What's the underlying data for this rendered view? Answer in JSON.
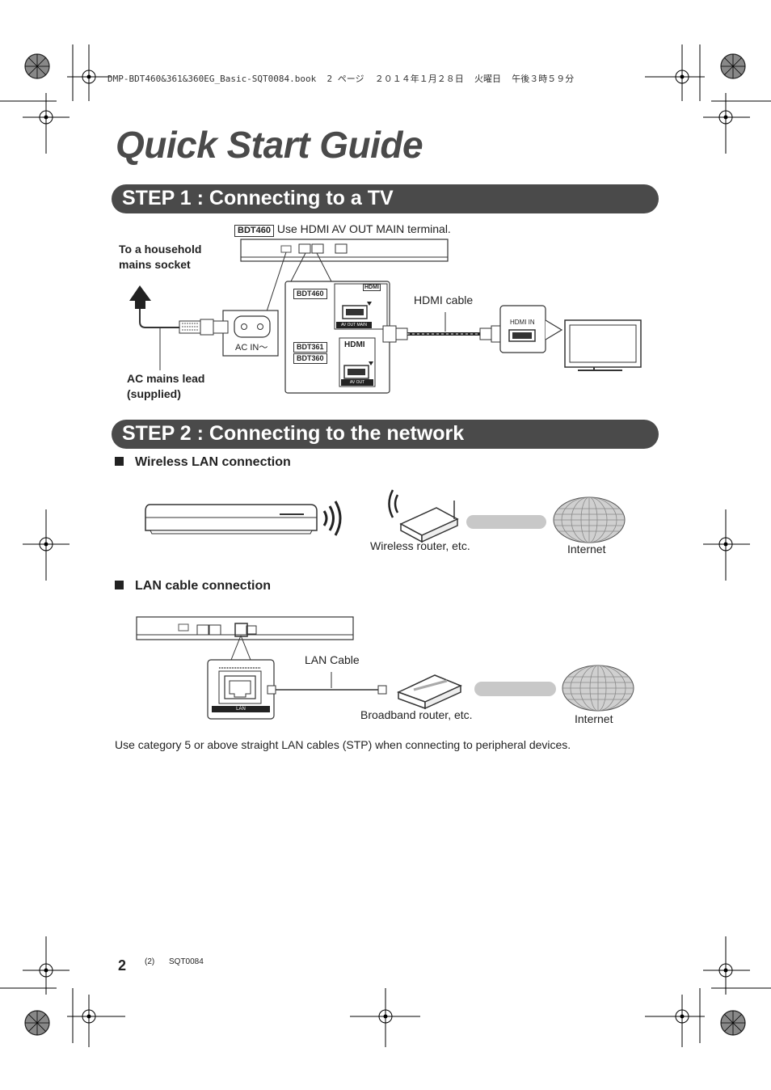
{
  "print_header": "DMP-BDT460&361&360EG_Basic-SQT0084.book  2 ページ  ２０１４年１月２８日  火曜日  午後３時５９分",
  "title": "Quick Start Guide",
  "step1": {
    "heading": "STEP 1 :  Connecting to a TV",
    "model_tag": "BDT460",
    "note": "Use HDMI AV OUT MAIN terminal.",
    "household_line1": "To a household",
    "household_line2": "mains socket",
    "ac_in": "AC IN～",
    "hdmi_cable": "HDMI cable",
    "hdmi_in": "HDMI IN",
    "inset_tag_top": "BDT460",
    "inset_tag_mid1": "BDT361",
    "inset_tag_mid2": "BDT360",
    "av_out_main": "AV OUT MAIN",
    "av_out": "AV OUT",
    "hdmi_logo": "HDMI",
    "ac_lead_line1": "AC mains lead",
    "ac_lead_line2": "(supplied)"
  },
  "step2": {
    "heading": "STEP 2 :  Connecting to the network",
    "wireless_heading": "Wireless LAN connection",
    "wireless_router": "Wireless router, etc.",
    "internet1": "Internet",
    "lan_heading": "LAN cable connection",
    "lan_cable": "LAN Cable",
    "lan_port": "LAN",
    "broadband_router": "Broadband router, etc.",
    "internet2": "Internet",
    "note": "Use category 5 or above straight LAN cables (STP) when connecting to peripheral devices."
  },
  "footer": {
    "page_number": "2",
    "sub_page": "(2)",
    "code": "SQT0084"
  }
}
